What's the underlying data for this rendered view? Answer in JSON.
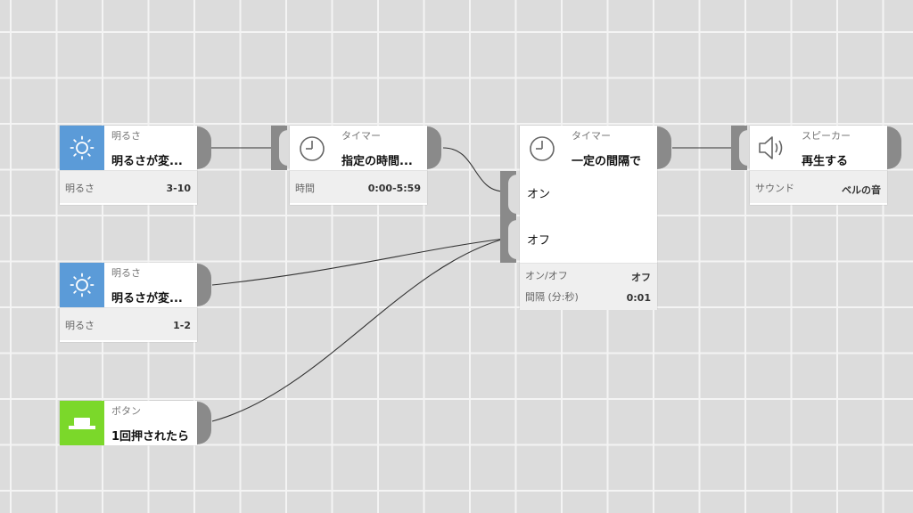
{
  "blocks": {
    "brightness1": {
      "category": "明るさ",
      "title": "明るさが変...",
      "param_label": "明るさ",
      "param_value": "3-10"
    },
    "timer1": {
      "category": "タイマー",
      "title": "指定の時間...",
      "param_label": "時間",
      "param_value": "0:00-5:59"
    },
    "interval_timer": {
      "category": "タイマー",
      "title": "一定の間隔で",
      "input_on": "オン",
      "input_off": "オフ",
      "param1_label": "オン/オフ",
      "param1_value": "オフ",
      "param2_label": "間隔 (分:秒)",
      "param2_value": "0:01"
    },
    "speaker": {
      "category": "スピーカー",
      "title": "再生する",
      "param_label": "サウンド",
      "param_value": "ベルの音"
    },
    "brightness2": {
      "category": "明るさ",
      "title": "明るさが変...",
      "param_label": "明るさ",
      "param_value": "1-2"
    },
    "button": {
      "category": "ボタン",
      "title": "1回押されたら"
    }
  },
  "colors": {
    "brightness_icon_bg": "#5b9bd8",
    "button_icon_bg": "#7bd82a",
    "port": "#8a8a8a",
    "wire": "#333333"
  },
  "icons": {
    "brightness": "sun-icon",
    "timer": "clock-icon",
    "speaker": "speaker-icon",
    "button": "push-button-icon"
  }
}
